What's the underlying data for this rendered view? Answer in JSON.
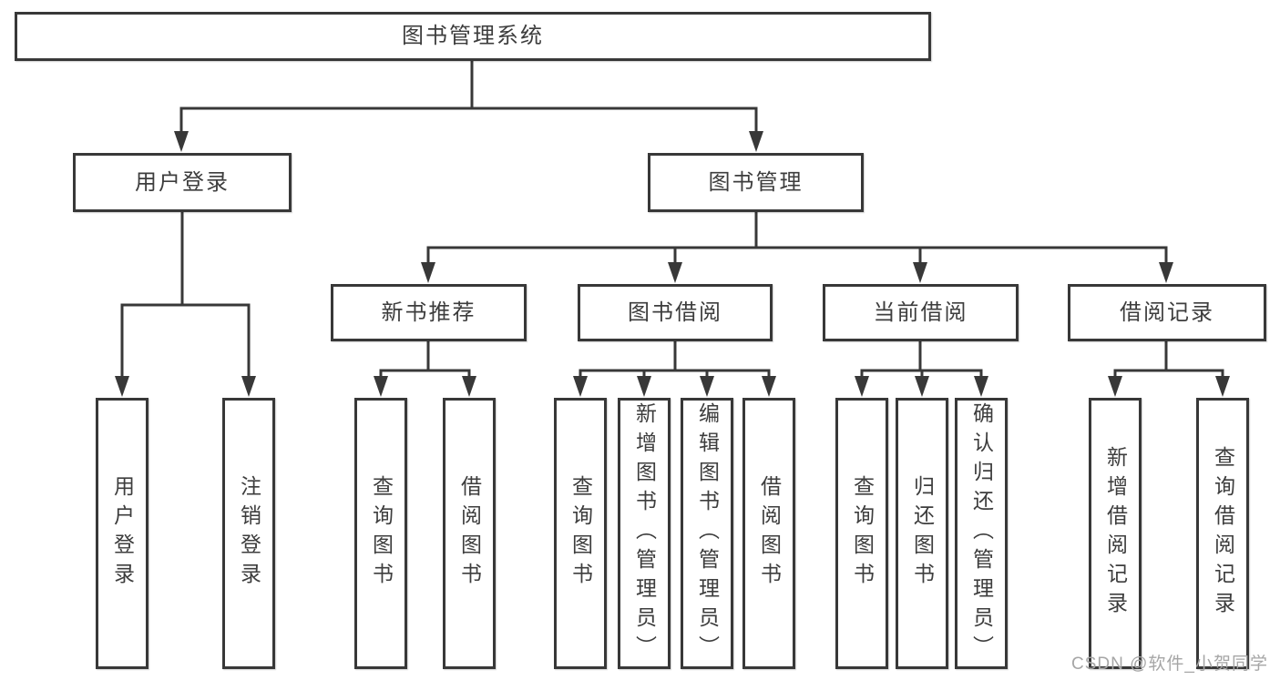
{
  "tree": {
    "label": "图书管理系统",
    "children": [
      {
        "label": "用户登录",
        "children": [
          {
            "label": "用户登录"
          },
          {
            "label": "注销登录"
          }
        ]
      },
      {
        "label": "图书管理",
        "children": [
          {
            "label": "新书推荐",
            "children": [
              {
                "label": "查询图书"
              },
              {
                "label": "借阅图书"
              }
            ]
          },
          {
            "label": "图书借阅",
            "children": [
              {
                "label": "查询图书"
              },
              {
                "label": "新增图书（管理员）"
              },
              {
                "label": "编辑图书（管理员）"
              },
              {
                "label": "借阅图书"
              }
            ]
          },
          {
            "label": "当前借阅",
            "children": [
              {
                "label": "查询图书"
              },
              {
                "label": "归还图书"
              },
              {
                "label": "确认归还（管理员）"
              }
            ]
          },
          {
            "label": "借阅记录",
            "children": [
              {
                "label": "新增借阅记录"
              },
              {
                "label": "查询借阅记录"
              }
            ]
          }
        ]
      }
    ]
  },
  "watermark": {
    "text": "CSDN @软件_小贺同学"
  },
  "colors": {
    "line": "#383838",
    "text": "#3d3d3d",
    "watermark": "#a6a6a6",
    "background": "#ffffff"
  }
}
